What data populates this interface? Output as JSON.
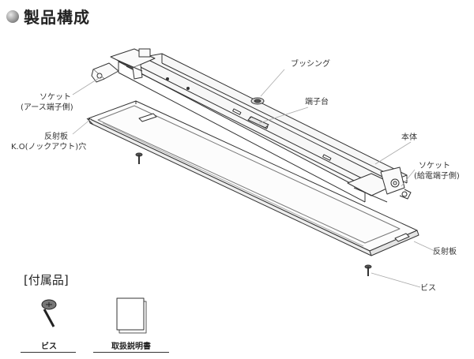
{
  "header": {
    "title": "製品構成"
  },
  "callouts": {
    "bushing": "ブッシング",
    "terminal_block": "端子台",
    "socket_earth_1": "ソケット",
    "socket_earth_2": "(アース端子側)",
    "reflector_ko_1": "反射板",
    "reflector_ko_2": "K.O(ノックアウト)穴",
    "body": "本体",
    "socket_feed_1": "ソケット",
    "socket_feed_2": "(給電端子側)",
    "reflector": "反射板",
    "screw": "ビス"
  },
  "accessories": {
    "heading": "[付属品]",
    "items": [
      {
        "label": "ビス",
        "icon": "screw-icon"
      },
      {
        "label": "取扱説明書",
        "icon": "manual-icon"
      }
    ]
  }
}
